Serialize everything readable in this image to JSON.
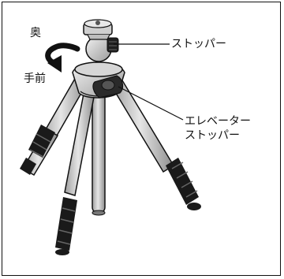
{
  "labels": {
    "back": "奥",
    "front": "手前",
    "stopper": "ストッパー",
    "elevator_stopper_line1": "エレベーター",
    "elevator_stopper_line2": "ストッパー"
  },
  "colors": {
    "ink": "#111111",
    "metal": "#bdbdbd",
    "metal_light": "#e2e2e2",
    "grip": "#1a1a1a",
    "background": "#ffffff"
  },
  "icons": {
    "rotation_arrow": "curved-arrow-icon"
  }
}
